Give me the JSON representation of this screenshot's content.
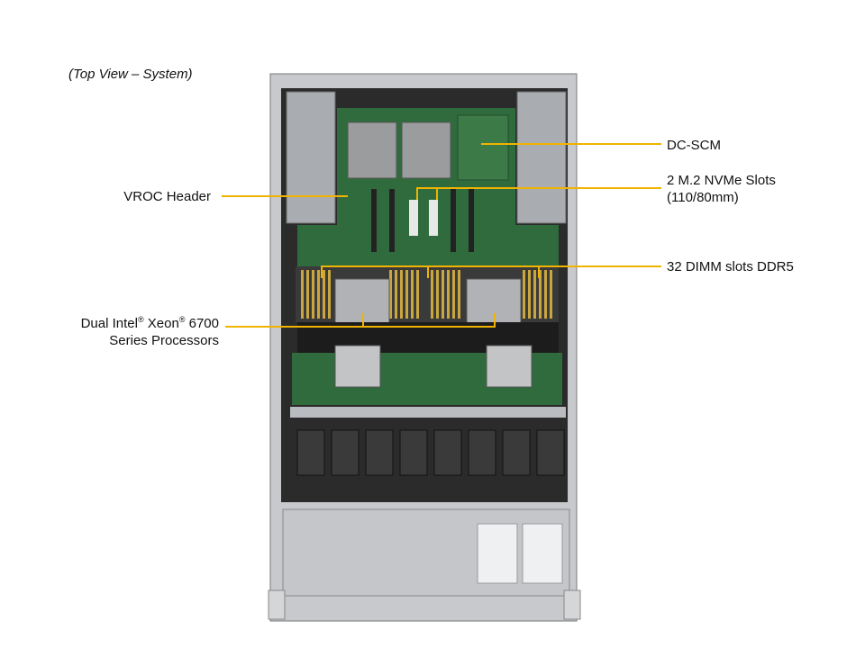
{
  "caption": "(Top View – System)",
  "callouts": {
    "dc_scm": "DC-SCM",
    "m2_line1": "2 M.2 NVMe Slots",
    "m2_line2": "(110/80mm)",
    "dimm": "32 DIMM slots DDR5",
    "vroc": "VROC Header",
    "cpu_line1_a": "Dual Intel",
    "cpu_line1_sup1": "®",
    "cpu_line1_b": " Xeon",
    "cpu_line1_sup2": "®",
    "cpu_line1_c": " 6700",
    "cpu_line2": "Series Processors"
  },
  "colors": {
    "leader": "#f0b400",
    "pcb": "#2f6b3c",
    "chassis": "#b9bcc0",
    "shroud": "#222222"
  },
  "icons": [
    "server-chassis-illustration"
  ]
}
